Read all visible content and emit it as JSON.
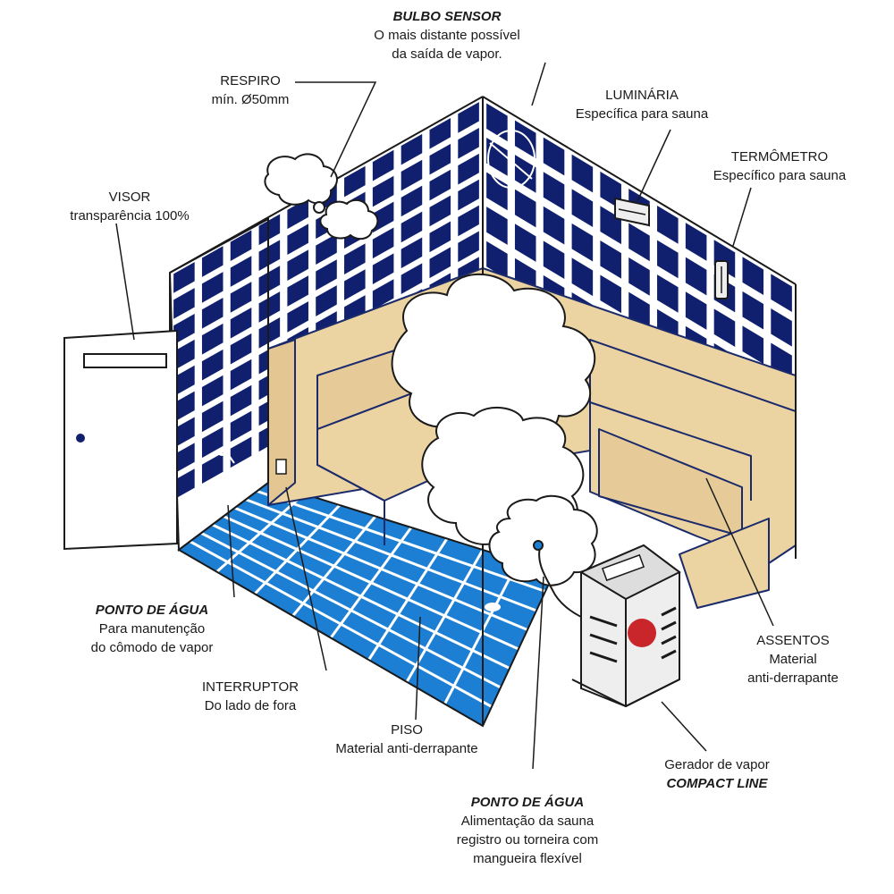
{
  "labels": {
    "bulbo": {
      "title": "BULBO SENSOR",
      "line1": "O mais distante possível",
      "line2": "da saída de vapor."
    },
    "respiro": {
      "title": "RESPIRO",
      "line1": "mín. Ø50mm"
    },
    "luminaria": {
      "title": "LUMINÁRIA",
      "line1": "Específica para sauna"
    },
    "termometro": {
      "title": "TERMÔMETRO",
      "line1": "Específico para sauna"
    },
    "visor": {
      "title": "VISOR",
      "line1": "transparência 100%"
    },
    "ponto_agua_1": {
      "title": "PONTO DE ÁGUA",
      "line1": "Para manutenção",
      "line2": "do cômodo de vapor"
    },
    "interruptor": {
      "title": "INTERRUPTOR",
      "line1": "Do lado de fora"
    },
    "piso": {
      "title": "PISO",
      "line1": "Material anti-derrapante"
    },
    "assentos": {
      "title": "ASSENTOS",
      "line1": "Material",
      "line2": "anti-derrapante"
    },
    "gerador": {
      "line1": "Gerador de vapor",
      "title": "COMPACT LINE"
    },
    "ponto_agua_2": {
      "title": "PONTO DE ÁGUA",
      "line1": "Alimentação da sauna",
      "line2": "registro ou torneira com",
      "line3": "mangueira flexível"
    }
  },
  "colors": {
    "wall_tile": "#10206e",
    "wall_grout": "#ffffff",
    "floor_tile": "#1c7fd3",
    "floor_grout": "#ffffff",
    "bench": "#ecd3a2",
    "bench_edge": "#1a2a6a",
    "steam": "#ffffff",
    "outline": "#1a1a1a",
    "generator_body": "#eeeeee",
    "generator_logo": "#c8262a"
  },
  "icons": [
    "door-icon",
    "steam-cloud-icon",
    "steam-generator-icon",
    "faucet-icon",
    "light-fixture-icon",
    "thermometer-icon",
    "vent-icon",
    "switch-icon",
    "sensor-bulb-icon"
  ]
}
